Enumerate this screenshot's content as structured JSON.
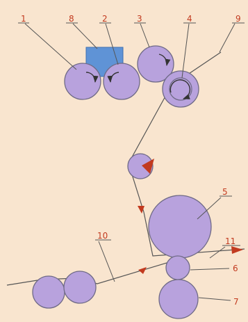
{
  "labels": {
    "l1": "1",
    "l2": "2",
    "l3": "3",
    "l4": "4",
    "l5": "5",
    "l6": "6",
    "l7": "7",
    "l8": "8",
    "l9": "9",
    "l10": "10",
    "l11": "11"
  },
  "colors": {
    "background": "#f9e5cf",
    "roll_fill": "#b8a2dd",
    "roll_stroke": "#6f6a86",
    "box_fill": "#5f93d6",
    "arrow_red": "#c23a1f",
    "label_red": "#c23a1f",
    "line": "#555555"
  },
  "icons": {
    "rotation": "curved-arrow-icon",
    "web_direction": "triangle-arrow-icon"
  }
}
